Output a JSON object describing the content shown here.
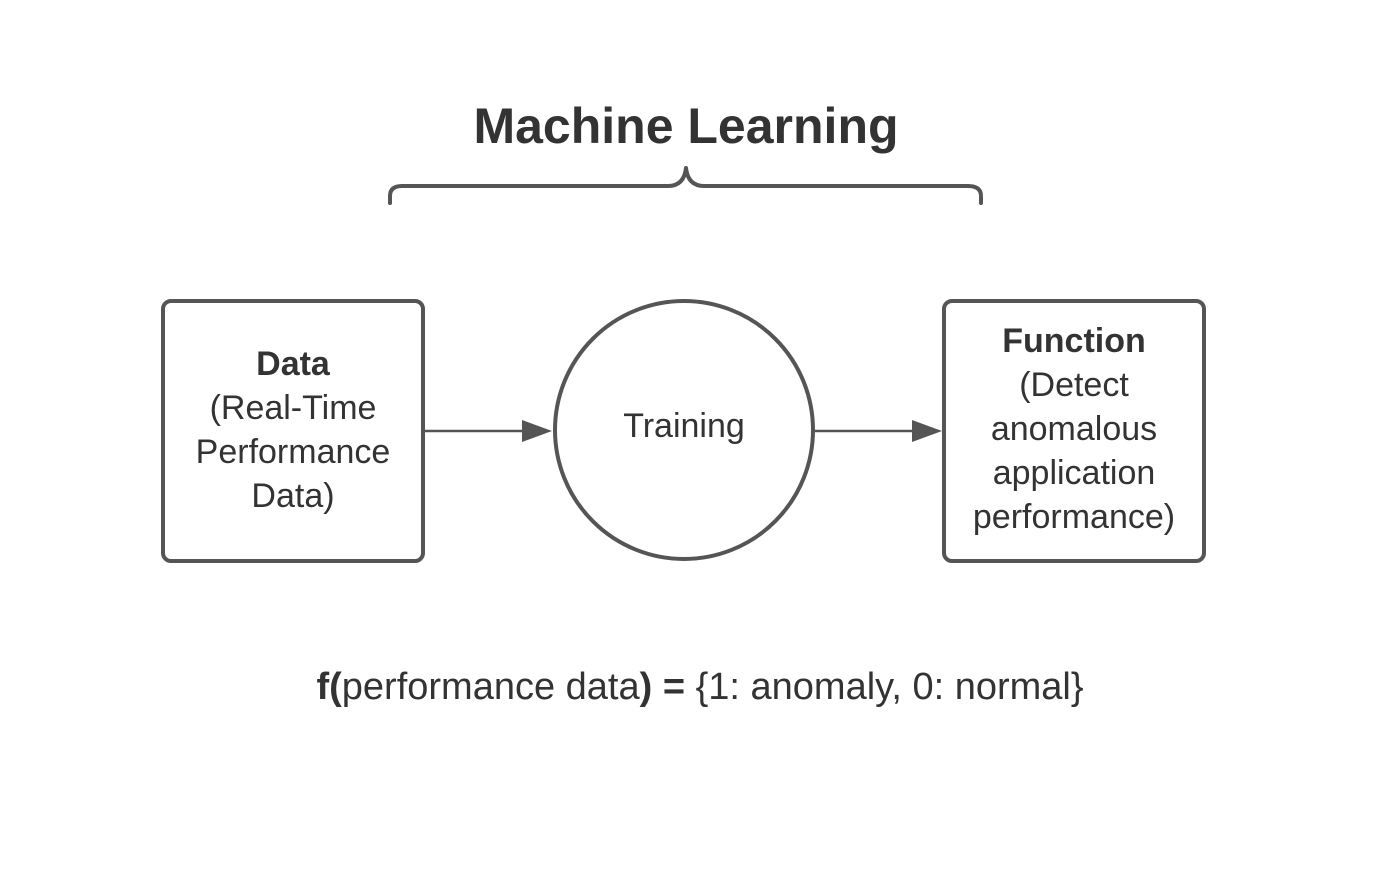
{
  "title": "Machine Learning",
  "nodes": {
    "data": {
      "heading": "Data",
      "lines": [
        "(Real-Time",
        "Performance",
        "Data)"
      ]
    },
    "training": {
      "label": "Training"
    },
    "function": {
      "heading": "Function",
      "lines": [
        "(Detect",
        "anomalous",
        "application",
        "performance)"
      ]
    }
  },
  "formula": {
    "fn": "f(",
    "arg": "performance data",
    "close_eq": ") =",
    "result": " {1: anomaly, 0: normal}"
  },
  "colors": {
    "stroke": "#555555",
    "text": "#333333",
    "background": "#ffffff"
  }
}
